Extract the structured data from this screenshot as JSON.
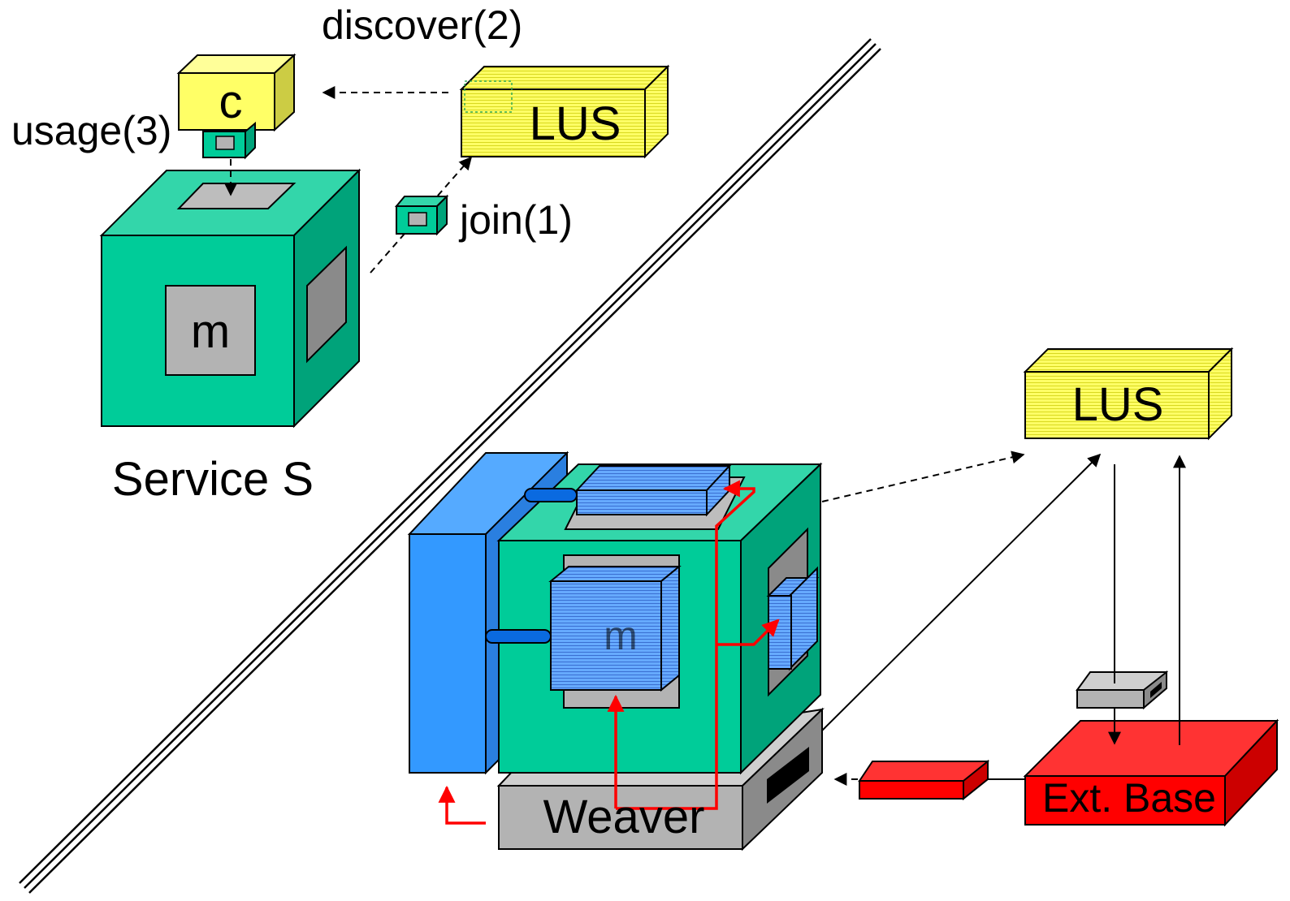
{
  "labels": {
    "discover": "discover(2)",
    "usage": "usage(3)",
    "join": "join(1)",
    "lus_top": "LUS",
    "lus_bottom": "LUS",
    "client": "c",
    "method_top": "m",
    "method_bottom": "m",
    "service": "Service S",
    "weaver": "Weaver",
    "ext_base": "Ext. Base"
  },
  "colors": {
    "green_front": "#00cc99",
    "green_top": "#33d6aa",
    "green_side": "#00a37a",
    "yellow": "#ffff66",
    "blue": "#3399ff",
    "red": "#ff0000",
    "gray": "#b3b3b3"
  }
}
